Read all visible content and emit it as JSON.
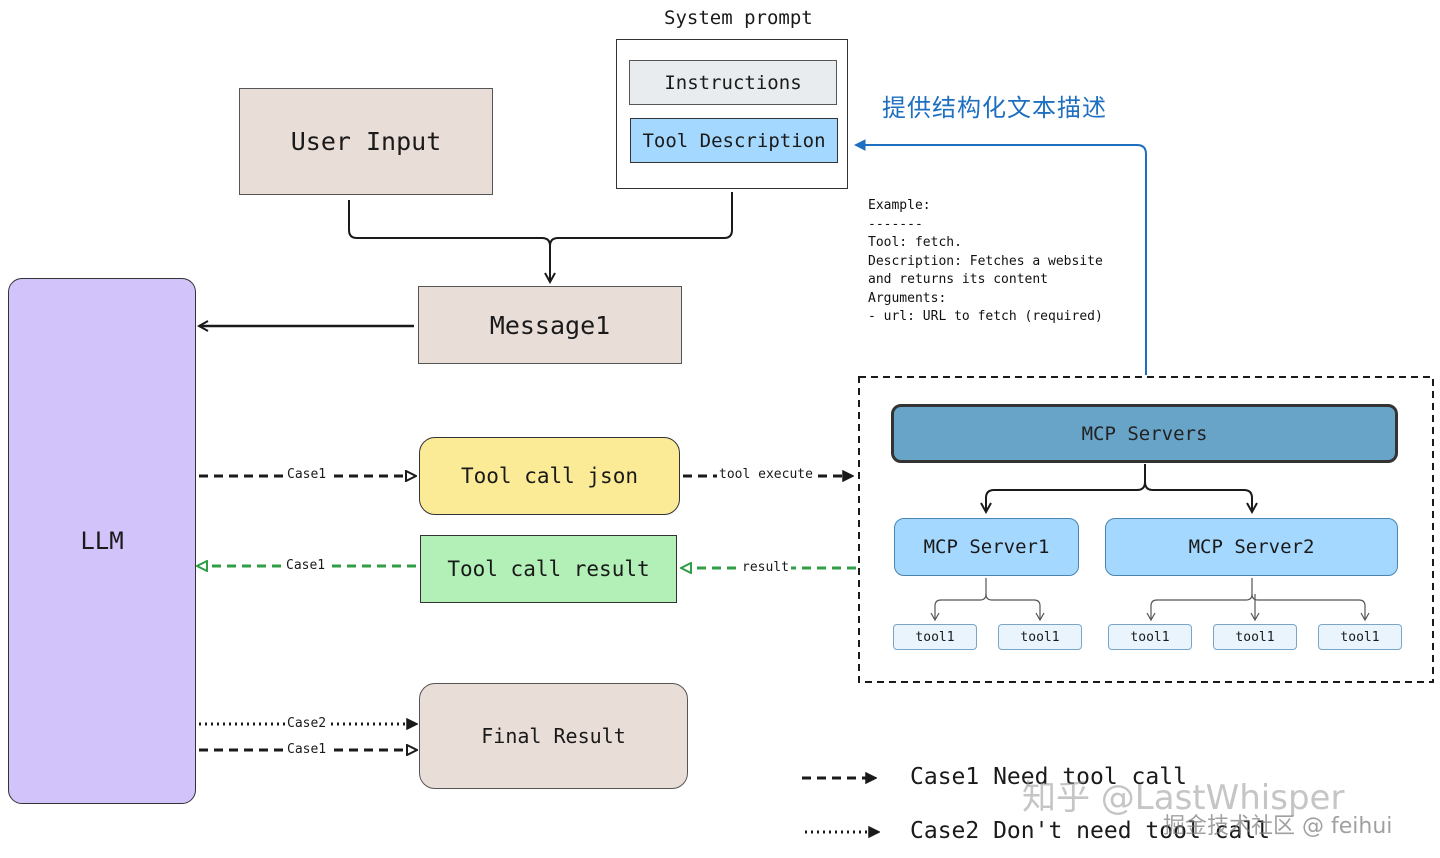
{
  "system_prompt": {
    "title": "System prompt",
    "instructions": "Instructions",
    "tool_description": "Tool Description"
  },
  "annotation_cn": "提供结构化文本描述",
  "user_input": "User Input",
  "message1": "Message1",
  "llm": "LLM",
  "tool_call_json": "Tool call json",
  "tool_call_result": "Tool call result",
  "final_result": "Final Result",
  "edges": {
    "case1_to_json": "Case1",
    "tool_execute": "tool execute",
    "result": "result",
    "case1_result": "Case1",
    "case2_final": "Case2",
    "case1_final": "Case1"
  },
  "example_lines": [
    "Example:",
    "-------",
    "Tool: fetch.",
    "Description: Fetches a website",
    "and returns its content",
    "Arguments:",
    "- url: URL to fetch (required)"
  ],
  "mcp": {
    "servers_label": "MCP Servers",
    "server1": "MCP Server1",
    "server2": "MCP Server2",
    "tools": [
      "tool1",
      "tool1",
      "tool1",
      "tool1",
      "tool1"
    ]
  },
  "legend": {
    "case1": "Case1 Need tool call",
    "case2": "Case2 Don't need tool call"
  },
  "watermarks": {
    "zhihu": "知乎 @LastWhisper",
    "juejin": "掘金技术社区 @ feihui"
  },
  "colors": {
    "llm": "#d2c4fb",
    "user_input": "#e9ddd8",
    "tool_call_json": "#fceb96",
    "tool_call_result": "#b2f0b8",
    "tool_description": "#a5d8ff",
    "mcp_servers": "#68a3c8",
    "mcp_server": "#a5d8ff",
    "annotation": "#1e6fc0",
    "result_arrow": "#2f9e44"
  }
}
